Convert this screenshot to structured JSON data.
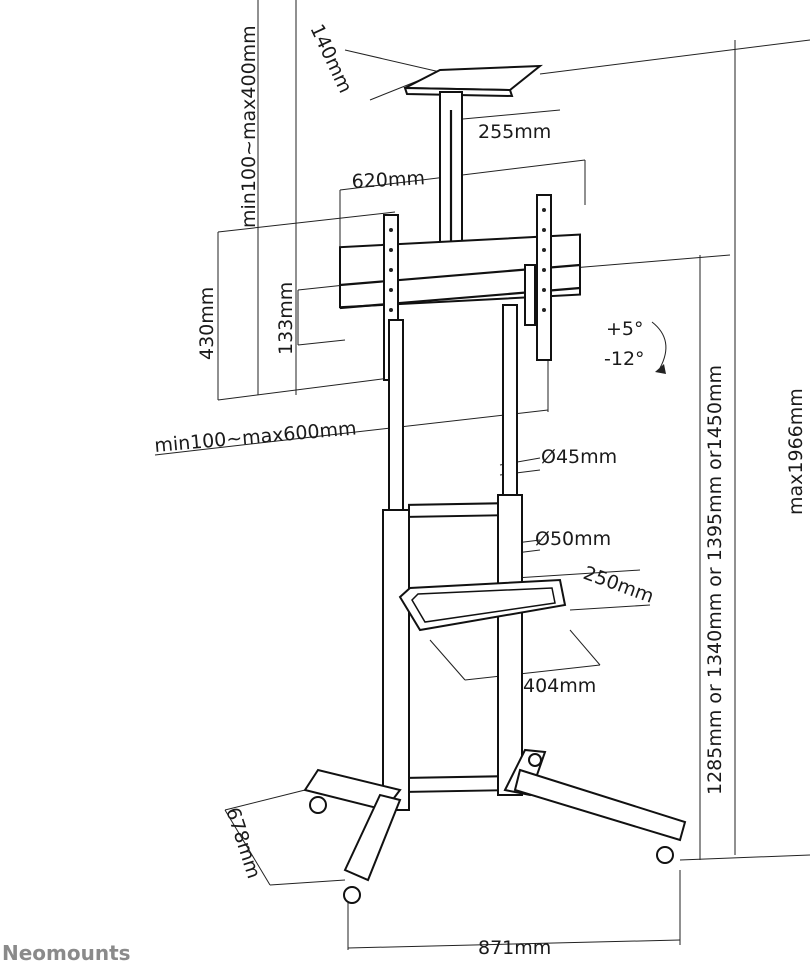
{
  "brand": "Neomounts",
  "dimensions": {
    "top_shelf_depth": "140mm",
    "top_shelf_width": "255mm",
    "mount_width": "620mm",
    "vesa_vertical_range": "min100~max400mm",
    "mount_height": "430mm",
    "rail_height": "133mm",
    "vesa_horizontal_range": "min100~max600mm",
    "tilt_up": "+5°",
    "tilt_down": "-12°",
    "pole_upper_diameter": "Ø45mm",
    "pole_lower_diameter": "Ø50mm",
    "shelf_depth": "250mm",
    "shelf_width": "404mm",
    "height_options": "1285mm or 1340mm or 1395mm or1450mm",
    "max_height": "max1966mm",
    "base_depth": "678mm",
    "base_width": "871mm"
  }
}
